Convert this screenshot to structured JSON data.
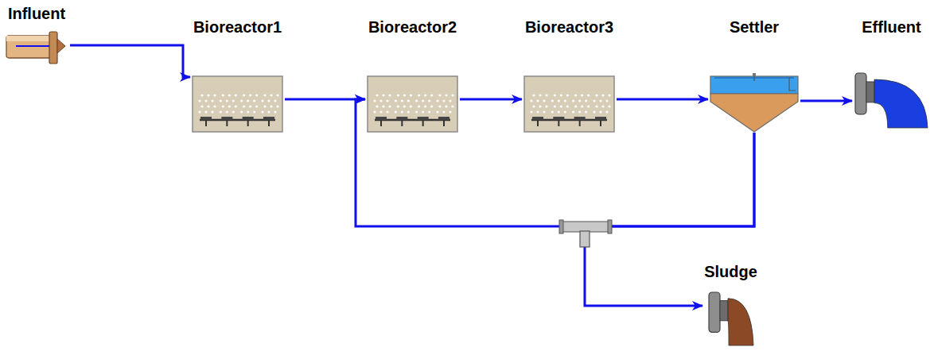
{
  "diagram": {
    "nodes": [
      {
        "text": [
          "Influent"
        ]
      },
      {
        "text": [
          "Bioreactor1"
        ]
      },
      {
        "text": [
          "Bioreactor2"
        ]
      },
      {
        "text": [
          "Bioreactor3"
        ]
      },
      {
        "text": [
          "Settler"
        ]
      },
      {
        "text": [
          "Effluent"
        ]
      },
      {
        "text": [
          "Sludge"
        ]
      }
    ],
    "edges": [
      {
        "from": 0,
        "to": 1,
        "arrow": "to"
      },
      {
        "from": 1,
        "to": 2,
        "arrow": "to"
      },
      {
        "from": 2,
        "to": 3,
        "arrow": "to"
      },
      {
        "from": 3,
        "to": 4,
        "arrow": "to"
      },
      {
        "from": 4,
        "to": 5,
        "arrow": "to"
      },
      {
        "from": 4,
        "to": 2,
        "arrow": "to"
      },
      {
        "from": 4,
        "to": 6,
        "arrow": "to"
      }
    ]
  }
}
